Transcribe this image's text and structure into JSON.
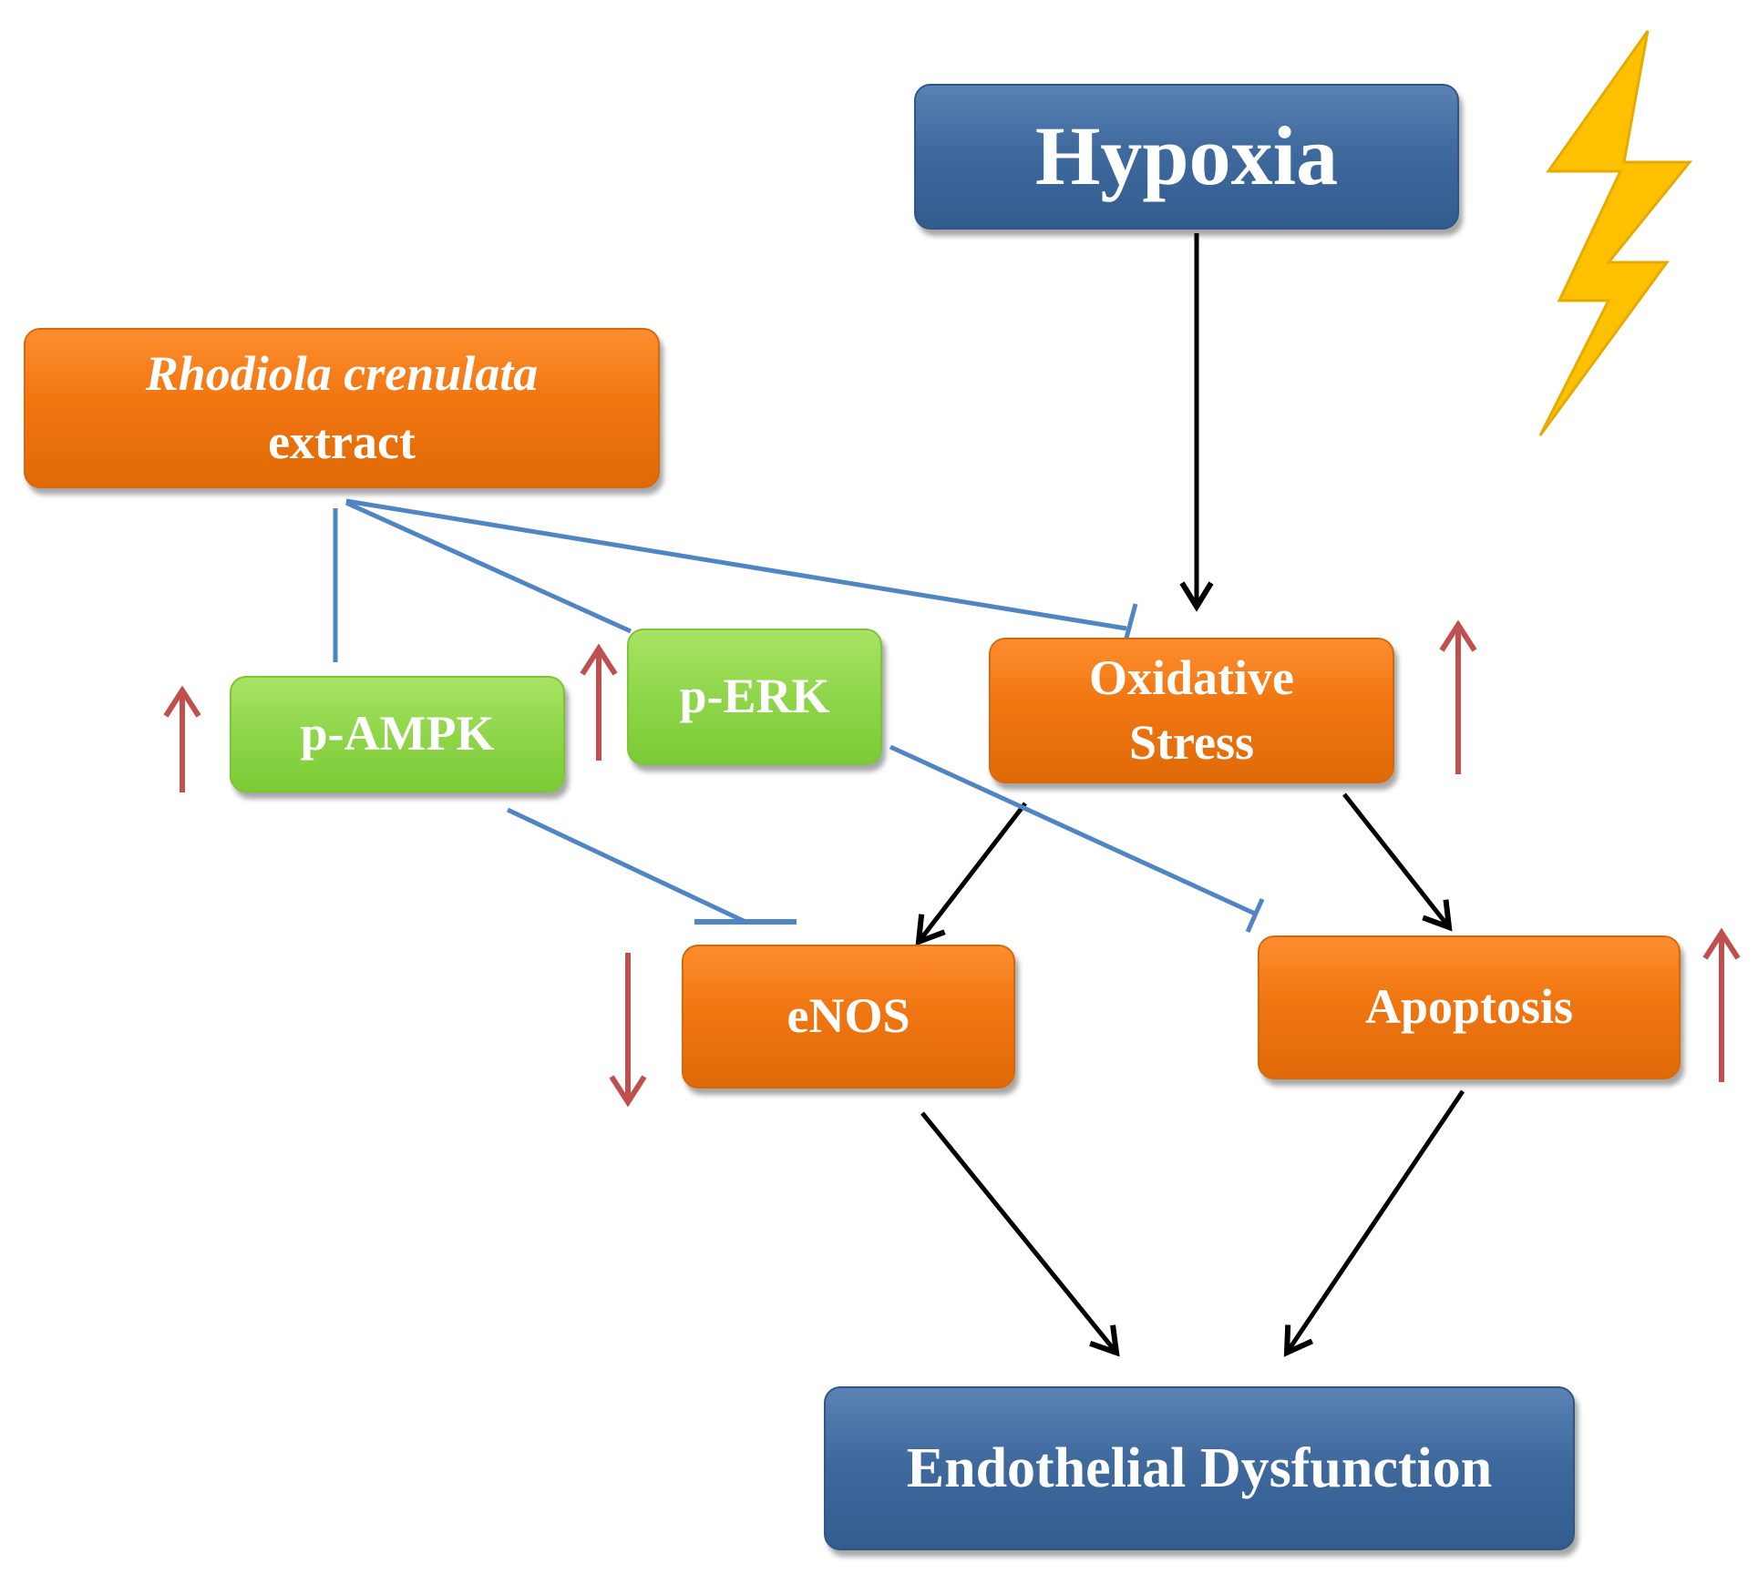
{
  "colors": {
    "blue_node": "#3f6a9e",
    "orange_node": "#f07611",
    "green_node": "#8fd64a",
    "activation_arrow": "#000000",
    "inhibition_line": "#5085c4",
    "regulation_arrow": "#c0504d",
    "lightning": "#ffc000"
  },
  "icons": {
    "lightning": "lightning-bolt-icon"
  },
  "nodes": {
    "hypoxia": {
      "label": "Hypoxia"
    },
    "extract": {
      "label_italic": "Rhodiola crenulata",
      "label": "extract"
    },
    "p_ampk": {
      "label": "p-AMPK"
    },
    "p_erk": {
      "label": "p-ERK"
    },
    "oxidative_stress": {
      "line1": "Oxidative",
      "line2": "Stress"
    },
    "enos": {
      "label": "eNOS"
    },
    "apoptosis": {
      "label": "Apoptosis"
    },
    "endothelial_dysfunction": {
      "label": "Endothelial Dysfunction"
    }
  },
  "edges": [
    {
      "from": "Hypoxia",
      "to": "Oxidative Stress",
      "type": "activation"
    },
    {
      "from": "Oxidative Stress",
      "to": "eNOS",
      "type": "activation"
    },
    {
      "from": "Oxidative Stress",
      "to": "Apoptosis",
      "type": "activation"
    },
    {
      "from": "eNOS",
      "to": "Endothelial Dysfunction",
      "type": "activation"
    },
    {
      "from": "Apoptosis",
      "to": "Endothelial Dysfunction",
      "type": "activation"
    },
    {
      "from": "Rhodiola crenulata extract",
      "to": "p-AMPK",
      "type": "link"
    },
    {
      "from": "Rhodiola crenulata extract",
      "to": "p-ERK",
      "type": "link"
    },
    {
      "from": "Rhodiola crenulata extract",
      "to": "Oxidative Stress",
      "type": "inhibition"
    },
    {
      "from": "p-AMPK",
      "to": "eNOS",
      "type": "inhibition"
    },
    {
      "from": "p-ERK",
      "to": "Apoptosis",
      "type": "inhibition"
    }
  ],
  "regulation_markers": [
    {
      "node": "p-AMPK",
      "direction": "up"
    },
    {
      "node": "p-ERK",
      "direction": "up"
    },
    {
      "node": "Oxidative Stress",
      "direction": "up"
    },
    {
      "node": "eNOS",
      "direction": "down"
    },
    {
      "node": "Apoptosis",
      "direction": "up"
    }
  ]
}
